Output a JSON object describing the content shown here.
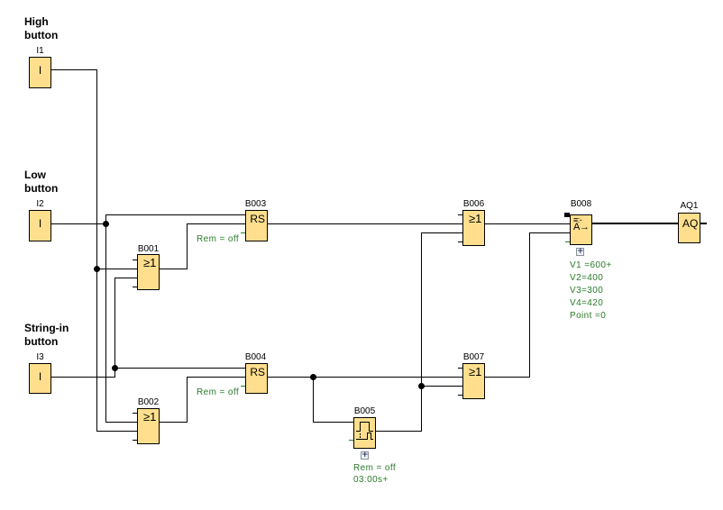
{
  "inputs": [
    {
      "id": "I1",
      "symbol": "I",
      "caption": [
        "High",
        "button"
      ]
    },
    {
      "id": "I2",
      "symbol": "I",
      "caption": [
        "Low",
        "button"
      ]
    },
    {
      "id": "I3",
      "symbol": "I",
      "caption": [
        "String-in",
        "button"
      ]
    }
  ],
  "blocks": [
    {
      "id": "B001",
      "symbol": "≥1"
    },
    {
      "id": "B002",
      "symbol": "≥1"
    },
    {
      "id": "B003",
      "symbol": "RS",
      "params": [
        "Rem = off"
      ]
    },
    {
      "id": "B004",
      "symbol": "RS",
      "params": [
        "Rem = off"
      ]
    },
    {
      "id": "B005",
      "symbol_icon": "pulse-timer-icon",
      "params": [
        "Rem = off",
        "03:00s+"
      ]
    },
    {
      "id": "B006",
      "symbol": "≥1"
    },
    {
      "id": "B007",
      "symbol": "≥1"
    },
    {
      "id": "B008",
      "symbol": [
        "≡:-",
        "A→"
      ],
      "params": [
        "V1 =600+",
        "V2=400",
        "V3=300",
        "V4=420",
        "Point =0"
      ]
    }
  ],
  "outputs": [
    {
      "id": "AQ1",
      "symbol": "AQ"
    }
  ],
  "expand_button": "+",
  "colors": {
    "block_fill": "#FFDF8E",
    "parameter_text": "#2B7A2B",
    "wire": "#000000"
  }
}
